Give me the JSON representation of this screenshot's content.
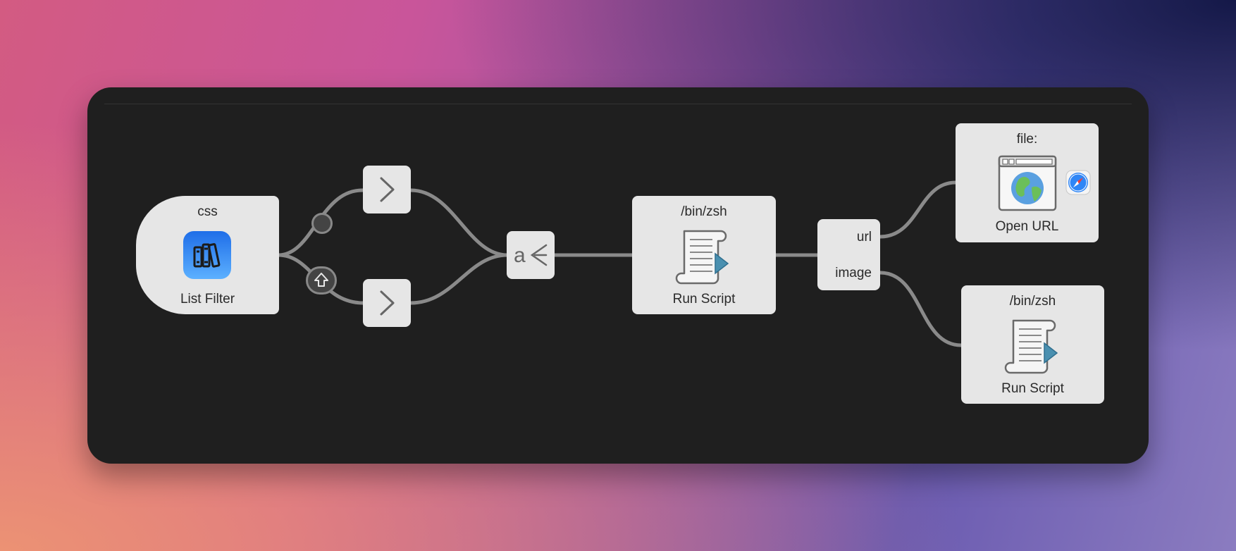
{
  "workflow": {
    "list_filter": {
      "keyword": "css",
      "name": "List Filter"
    },
    "run_script_main": {
      "path": "/bin/zsh",
      "name": "Run Script"
    },
    "conditional": {
      "output_url": "url",
      "output_image": "image"
    },
    "open_url": {
      "prefix": "file:",
      "name": "Open URL"
    },
    "run_script_image": {
      "path": "/bin/zsh",
      "name": "Run Script"
    }
  },
  "colors": {
    "canvas": "#1f1f1f",
    "node": "#e6e6e6",
    "wire": "#8a8a8a",
    "accent_blue": "#2f86f6",
    "script_arrow": "#4a90b0"
  },
  "icons": {
    "list_filter": "books-icon",
    "arg_split": "argument-split-icon",
    "open_url": "browser-globe-icon",
    "safari": "safari-compass-icon",
    "run_script": "script-scroll-icon",
    "modifier": "shift-key-icon",
    "connector": "chevron-right-icon"
  }
}
